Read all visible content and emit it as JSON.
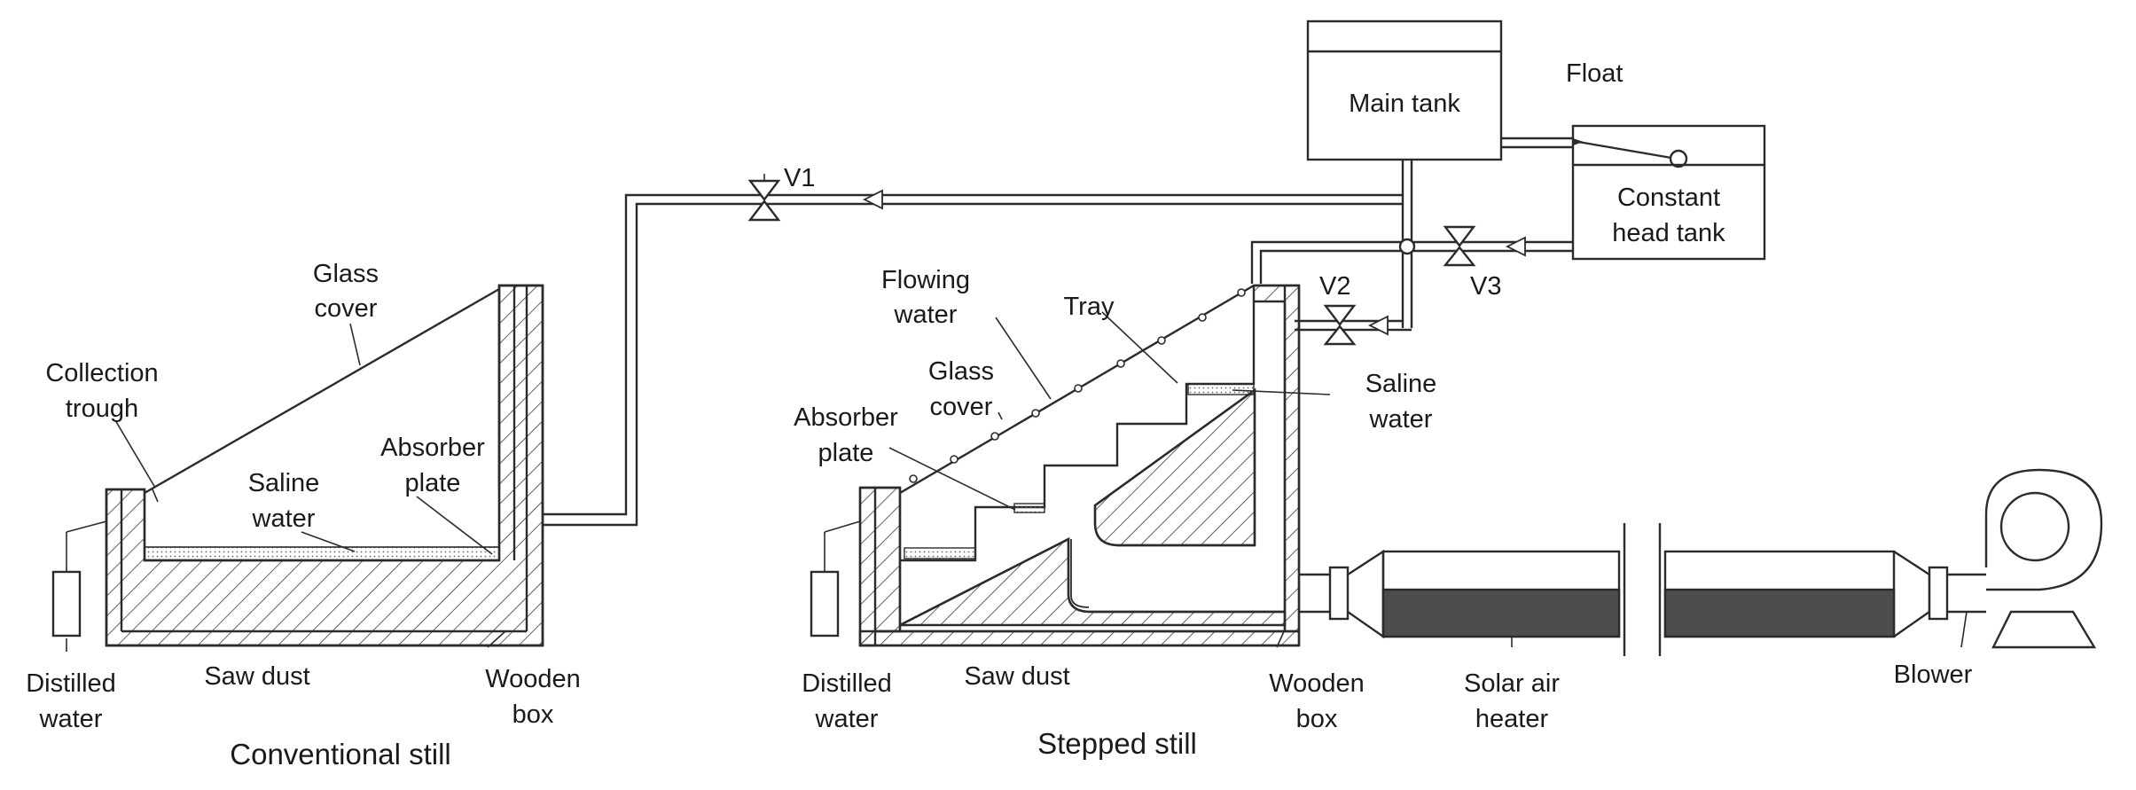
{
  "labels": {
    "main_tank": "Main tank",
    "float": "Float",
    "constant_head_tank_1": "Constant",
    "constant_head_tank_2": "head tank",
    "v1": "V1",
    "v2": "V2",
    "v3": "V3",
    "conv_glass_cover_1": "Glass",
    "conv_glass_cover_2": "cover",
    "conv_collection_trough_1": "Collection",
    "conv_collection_trough_2": "trough",
    "conv_saline_water_1": "Saline",
    "conv_saline_water_2": "water",
    "conv_absorber_plate_1": "Absorber",
    "conv_absorber_plate_2": "plate",
    "conv_distilled_water_1": "Distilled",
    "conv_distilled_water_2": "water",
    "conv_saw_dust": "Saw dust",
    "conv_wooden_box_1": "Wooden",
    "conv_wooden_box_2": "box",
    "conv_caption": "Conventional still",
    "step_flowing_water_1": "Flowing",
    "step_flowing_water_2": "water",
    "step_tray": "Tray",
    "step_glass_cover_1": "Glass",
    "step_glass_cover_2": "cover",
    "step_absorber_plate_1": "Absorber",
    "step_absorber_plate_2": "plate",
    "step_saline_water_1": "Saline",
    "step_saline_water_2": "water",
    "step_distilled_water_1": "Distilled",
    "step_distilled_water_2": "water",
    "step_saw_dust": "Saw dust",
    "step_wooden_box_1": "Wooden",
    "step_wooden_box_2": "box",
    "step_caption": "Stepped still",
    "solar_air_heater_1": "Solar air",
    "solar_air_heater_2": "heater",
    "blower": "Blower"
  },
  "colors": {
    "line": "#2b2b2b",
    "hatch": "#3a3a3a",
    "absorber_fill": "#4d4d4d",
    "background": "#ffffff"
  }
}
